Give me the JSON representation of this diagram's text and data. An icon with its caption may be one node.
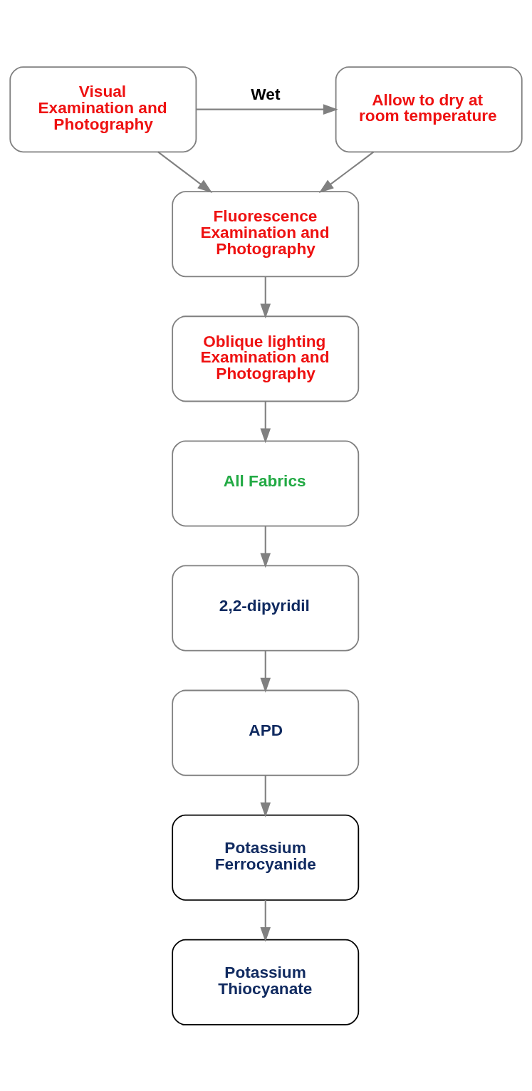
{
  "diagram": {
    "nodes": [
      {
        "text": [
          "Visual Examination and Photography"
        ]
      },
      {
        "text": [
          "Allow to dry at room temperature"
        ]
      },
      {
        "text": [
          "Fluorescence Examination and Photography"
        ]
      },
      {
        "text": [
          "Oblique lighting Examination and Photography"
        ]
      },
      {
        "text": [
          "All Fabrics"
        ]
      },
      {
        "text": [
          "2,2-dipyridil"
        ]
      },
      {
        "text": [
          "APD"
        ]
      },
      {
        "text": [
          "Potassium Ferrocyanide"
        ]
      },
      {
        "text": [
          "Potassium Thiocyanate"
        ]
      }
    ],
    "edges": [
      {
        "from": 0,
        "to": 1,
        "arrow": "to",
        "label": "Wet"
      },
      {
        "from": 0,
        "to": 2,
        "arrow": "to"
      },
      {
        "from": 1,
        "to": 2,
        "arrow": "to"
      },
      {
        "from": 2,
        "to": 3,
        "arrow": "to"
      },
      {
        "from": 3,
        "to": 4,
        "arrow": "to"
      },
      {
        "from": 4,
        "to": 5,
        "arrow": "to"
      },
      {
        "from": 5,
        "to": 6,
        "arrow": "to"
      },
      {
        "from": 6,
        "to": 7,
        "arrow": "to"
      },
      {
        "from": 7,
        "to": 8,
        "arrow": "to"
      }
    ]
  }
}
